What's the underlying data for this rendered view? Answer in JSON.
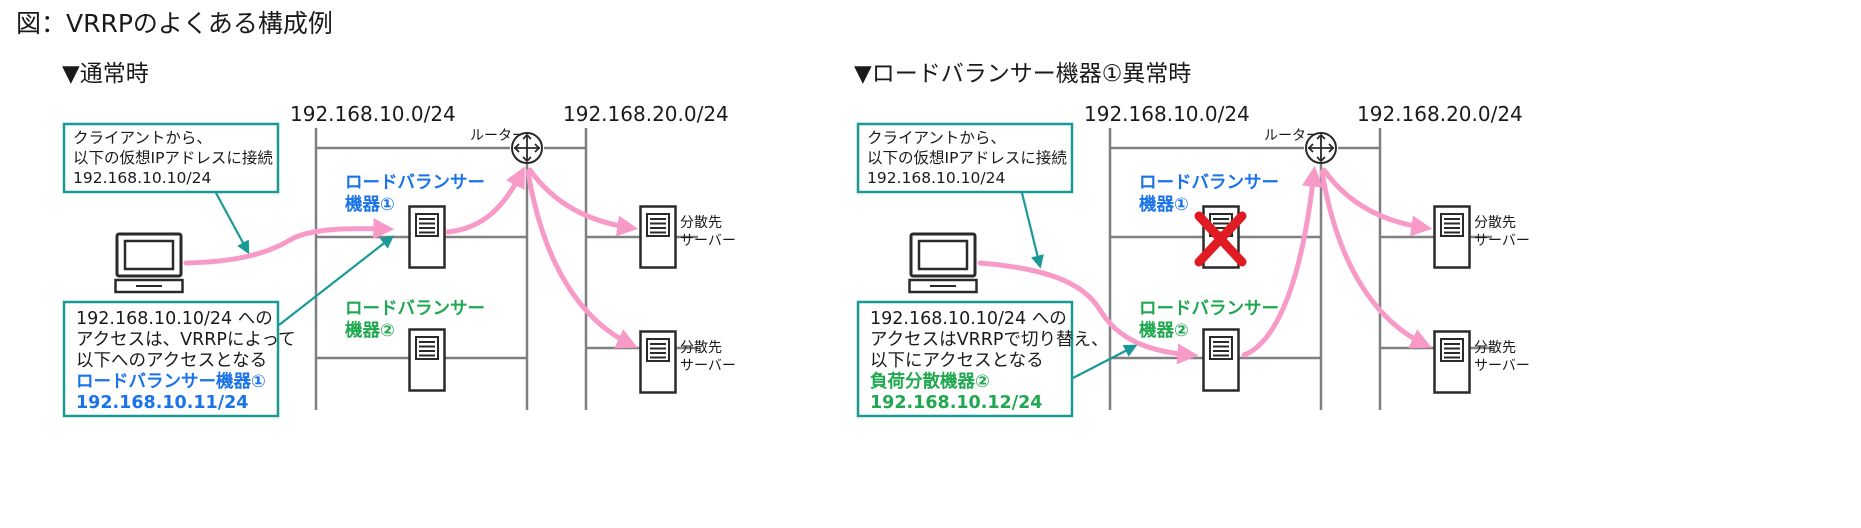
{
  "title": "図：VRRPのよくある構成例",
  "colors": {
    "line": "#808080",
    "arrow": "#f79ac7",
    "callout": "#1a9a96",
    "blue": "#1a73e8",
    "green": "#1fa84f",
    "cross": "#e11b22"
  },
  "panels": {
    "left": {
      "heading": "▼通常時",
      "net1": "192.168.10.0/24",
      "net2": "192.168.20.0/24",
      "router": "ルーター",
      "client_note": [
        "クライアントから、",
        "以下の仮想IPアドレスに接続",
        "192.168.10.10/24"
      ],
      "lb1": [
        "ロードバランサー",
        "機器①"
      ],
      "lb2": [
        "ロードバランサー",
        "機器②"
      ],
      "dest": [
        "分散先",
        "サーバー"
      ],
      "info": [
        "192.168.10.10/24 への",
        "アクセスは、VRRPによって",
        "以下へのアクセスとなる",
        "ロードバランサー機器①",
        "192.168.10.11/24"
      ]
    },
    "right": {
      "heading": "▼ロードバランサー機器①異常時",
      "net1": "192.168.10.0/24",
      "net2": "192.168.20.0/24",
      "router": "ルーター",
      "client_note": [
        "クライアントから、",
        "以下の仮想IPアドレスに接続",
        "192.168.10.10/24"
      ],
      "lb1": [
        "ロードバランサー",
        "機器①"
      ],
      "lb2": [
        "ロードバランサー",
        "機器②"
      ],
      "dest": [
        "分散先",
        "サーバー"
      ],
      "info": [
        "192.168.10.10/24 への",
        "アクセスはVRRPで切り替え、",
        "以下にアクセスとなる",
        "負荷分散機器②",
        "192.168.10.12/24"
      ]
    }
  }
}
